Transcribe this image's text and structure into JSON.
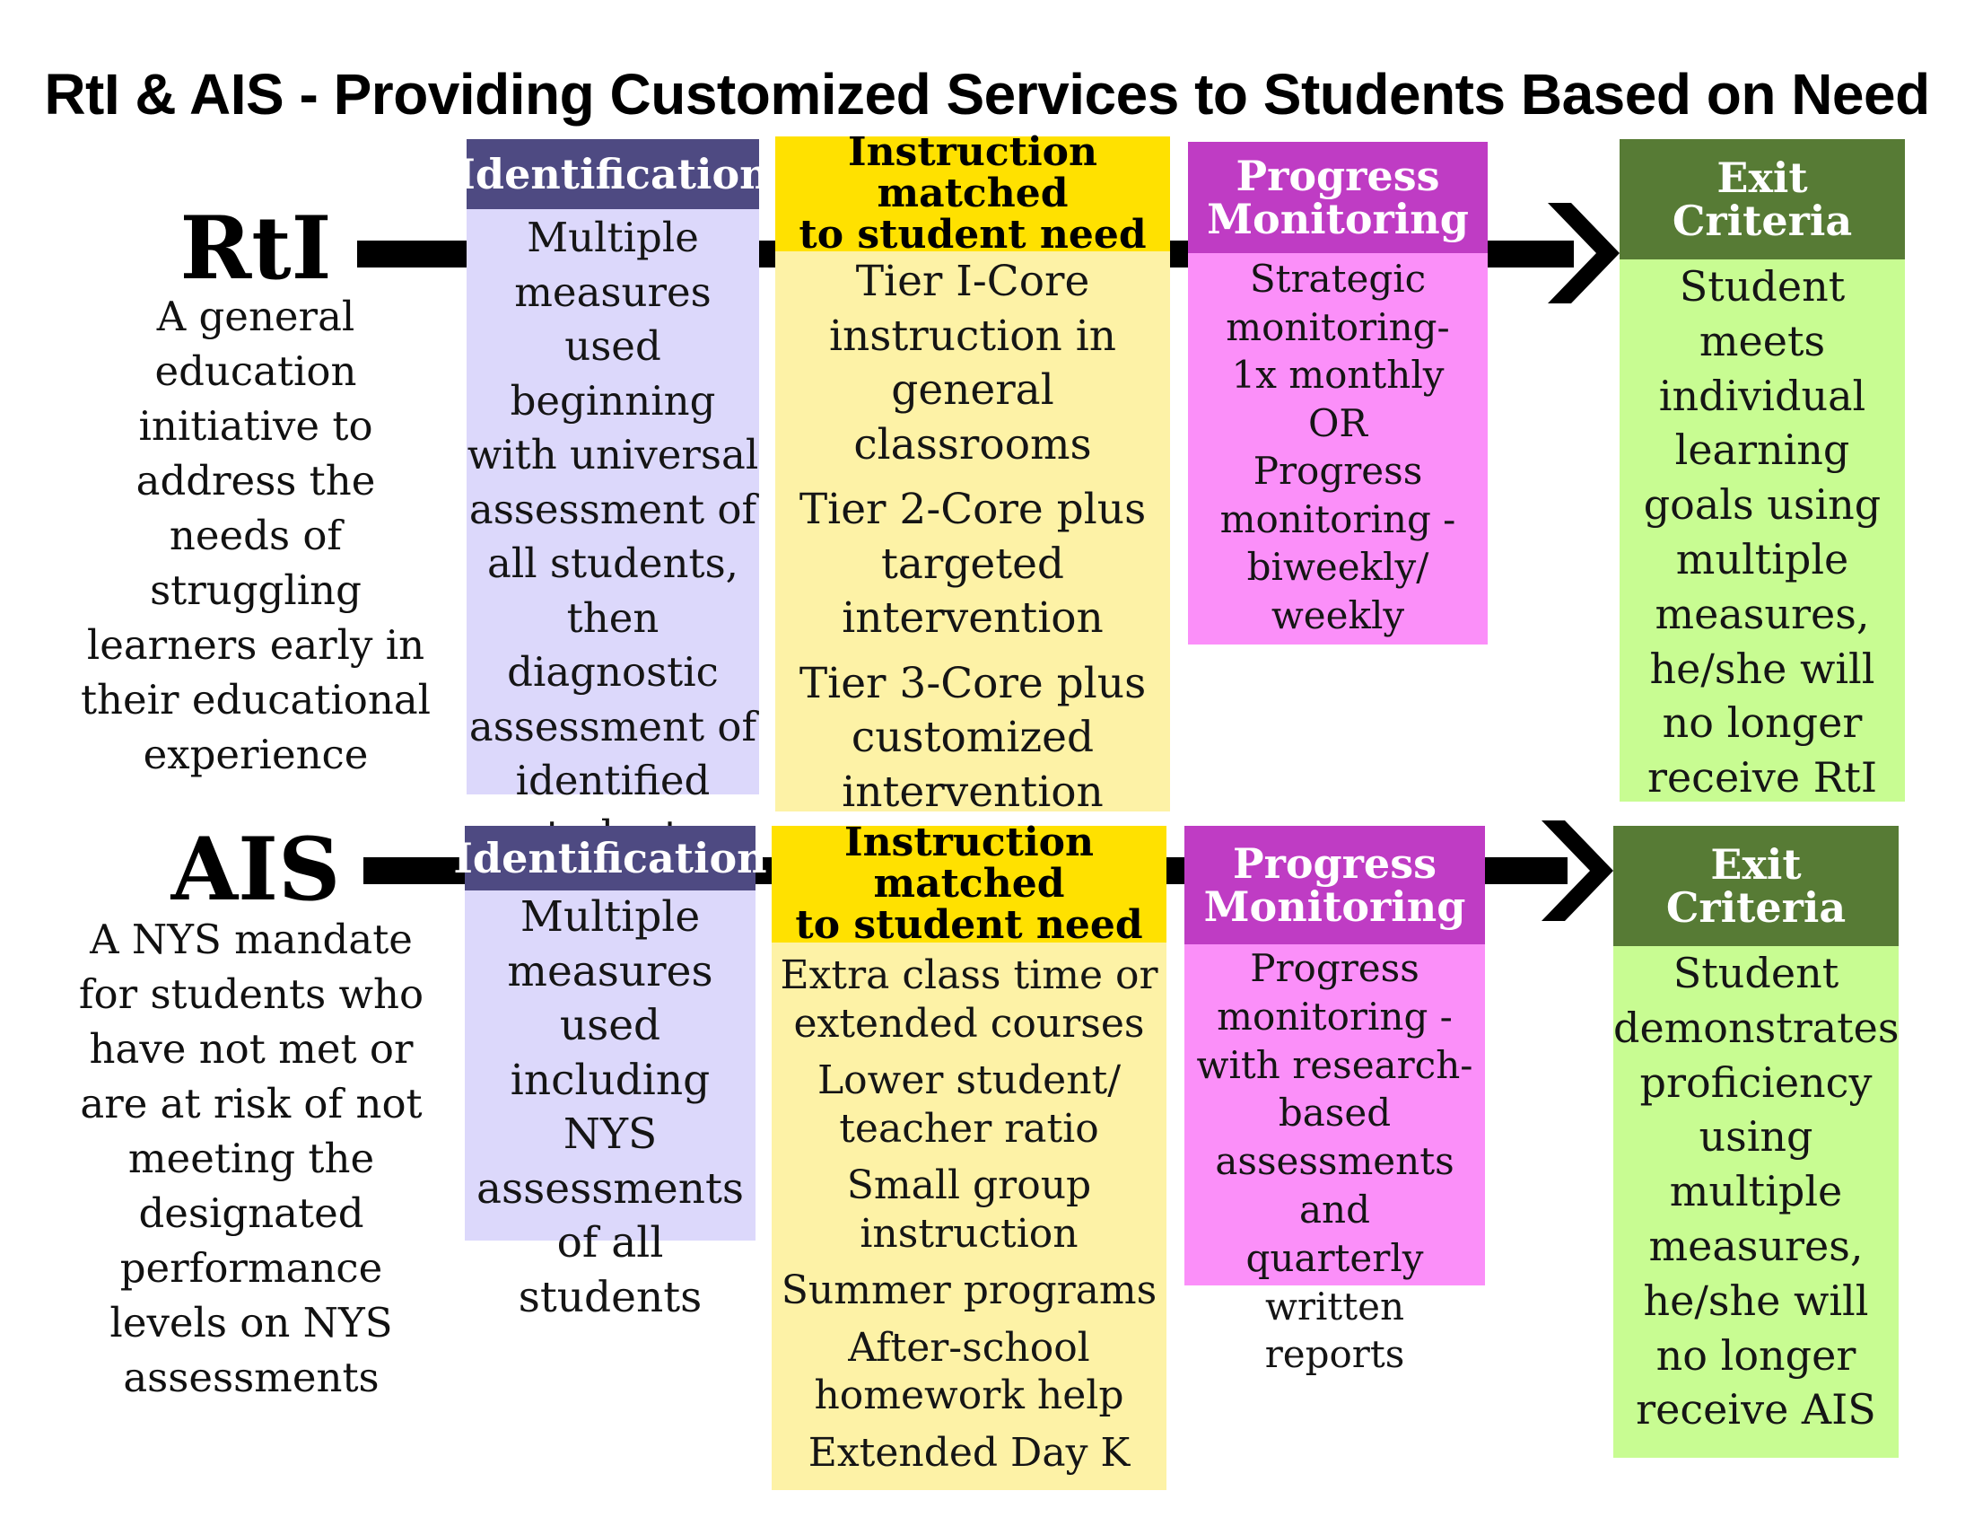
{
  "title": "RtI & AIS - Providing Customized Services to Students Based on Need",
  "colors": {
    "identification_header": "#4e4a82",
    "identification_body": "#dcd8fb",
    "instruction_header": "#ffe100",
    "instruction_body": "#fdf2a6",
    "progress_header": "#bf3cc4",
    "progress_body": "#fb8ff9",
    "exit_header": "#577b35",
    "exit_body": "#c8fc92"
  },
  "rti": {
    "label": "RtI",
    "description": [
      "A general",
      "education",
      "initiative to",
      "address the",
      "needs of",
      "struggling",
      "learners early in",
      "their educational",
      "experience"
    ],
    "identification": {
      "header": "Identification",
      "body": [
        "Multiple",
        "measures used",
        "beginning",
        "with universal",
        "assessment of",
        "all students,",
        "then",
        "diagnostic",
        "assessment of",
        "identified",
        "students"
      ]
    },
    "instruction": {
      "header": [
        "Instruction matched",
        "to student need"
      ],
      "items": [
        [
          "Tier I-Core",
          "instruction in",
          "general",
          "classrooms"
        ],
        [
          "Tier 2-Core plus",
          "targeted",
          "intervention"
        ],
        [
          "Tier 3-Core plus",
          "customized",
          "intervention"
        ]
      ]
    },
    "progress": {
      "header": [
        "Progress",
        "Monitoring"
      ],
      "body": [
        "Strategic",
        "monitoring-",
        "1x monthly",
        "OR",
        "Progress",
        "monitoring -",
        "biweekly/",
        "weekly"
      ]
    },
    "exit": {
      "header": [
        "Exit",
        "Criteria"
      ],
      "body": [
        "Student",
        "meets",
        "individual",
        "learning",
        "goals using",
        "multiple",
        "measures,",
        "he/she will",
        "no longer",
        "receive RtI"
      ]
    }
  },
  "ais": {
    "label": "AIS",
    "description": [
      "A NYS mandate",
      "for students who",
      "have not met or",
      "are at risk of not",
      "meeting the",
      "designated",
      "performance",
      "levels on NYS",
      "assessments"
    ],
    "identification": {
      "header": "Identification",
      "body": [
        "Multiple",
        "measures",
        "used",
        "including NYS",
        "assessments",
        "of all students"
      ]
    },
    "instruction": {
      "header": [
        "Instruction matched",
        "to student need"
      ],
      "items": [
        [
          "Extra class time or",
          "extended courses"
        ],
        [
          "Lower student/",
          "teacher ratio"
        ],
        [
          "Small group",
          "instruction"
        ],
        [
          "Summer programs"
        ],
        [
          "After-school",
          "homework help"
        ],
        [
          "Extended Day K"
        ]
      ]
    },
    "progress": {
      "header": [
        "Progress",
        "Monitoring"
      ],
      "body": [
        "Progress",
        "monitoring -",
        "with research-",
        "based",
        "assessments and",
        "quarterly written",
        "reports"
      ]
    },
    "exit": {
      "header": [
        "Exit",
        "Criteria"
      ],
      "body": [
        "Student",
        "demonstrates",
        "proficiency",
        "using",
        "multiple",
        "measures,",
        "he/she will",
        "no longer",
        "receive AIS"
      ]
    }
  }
}
